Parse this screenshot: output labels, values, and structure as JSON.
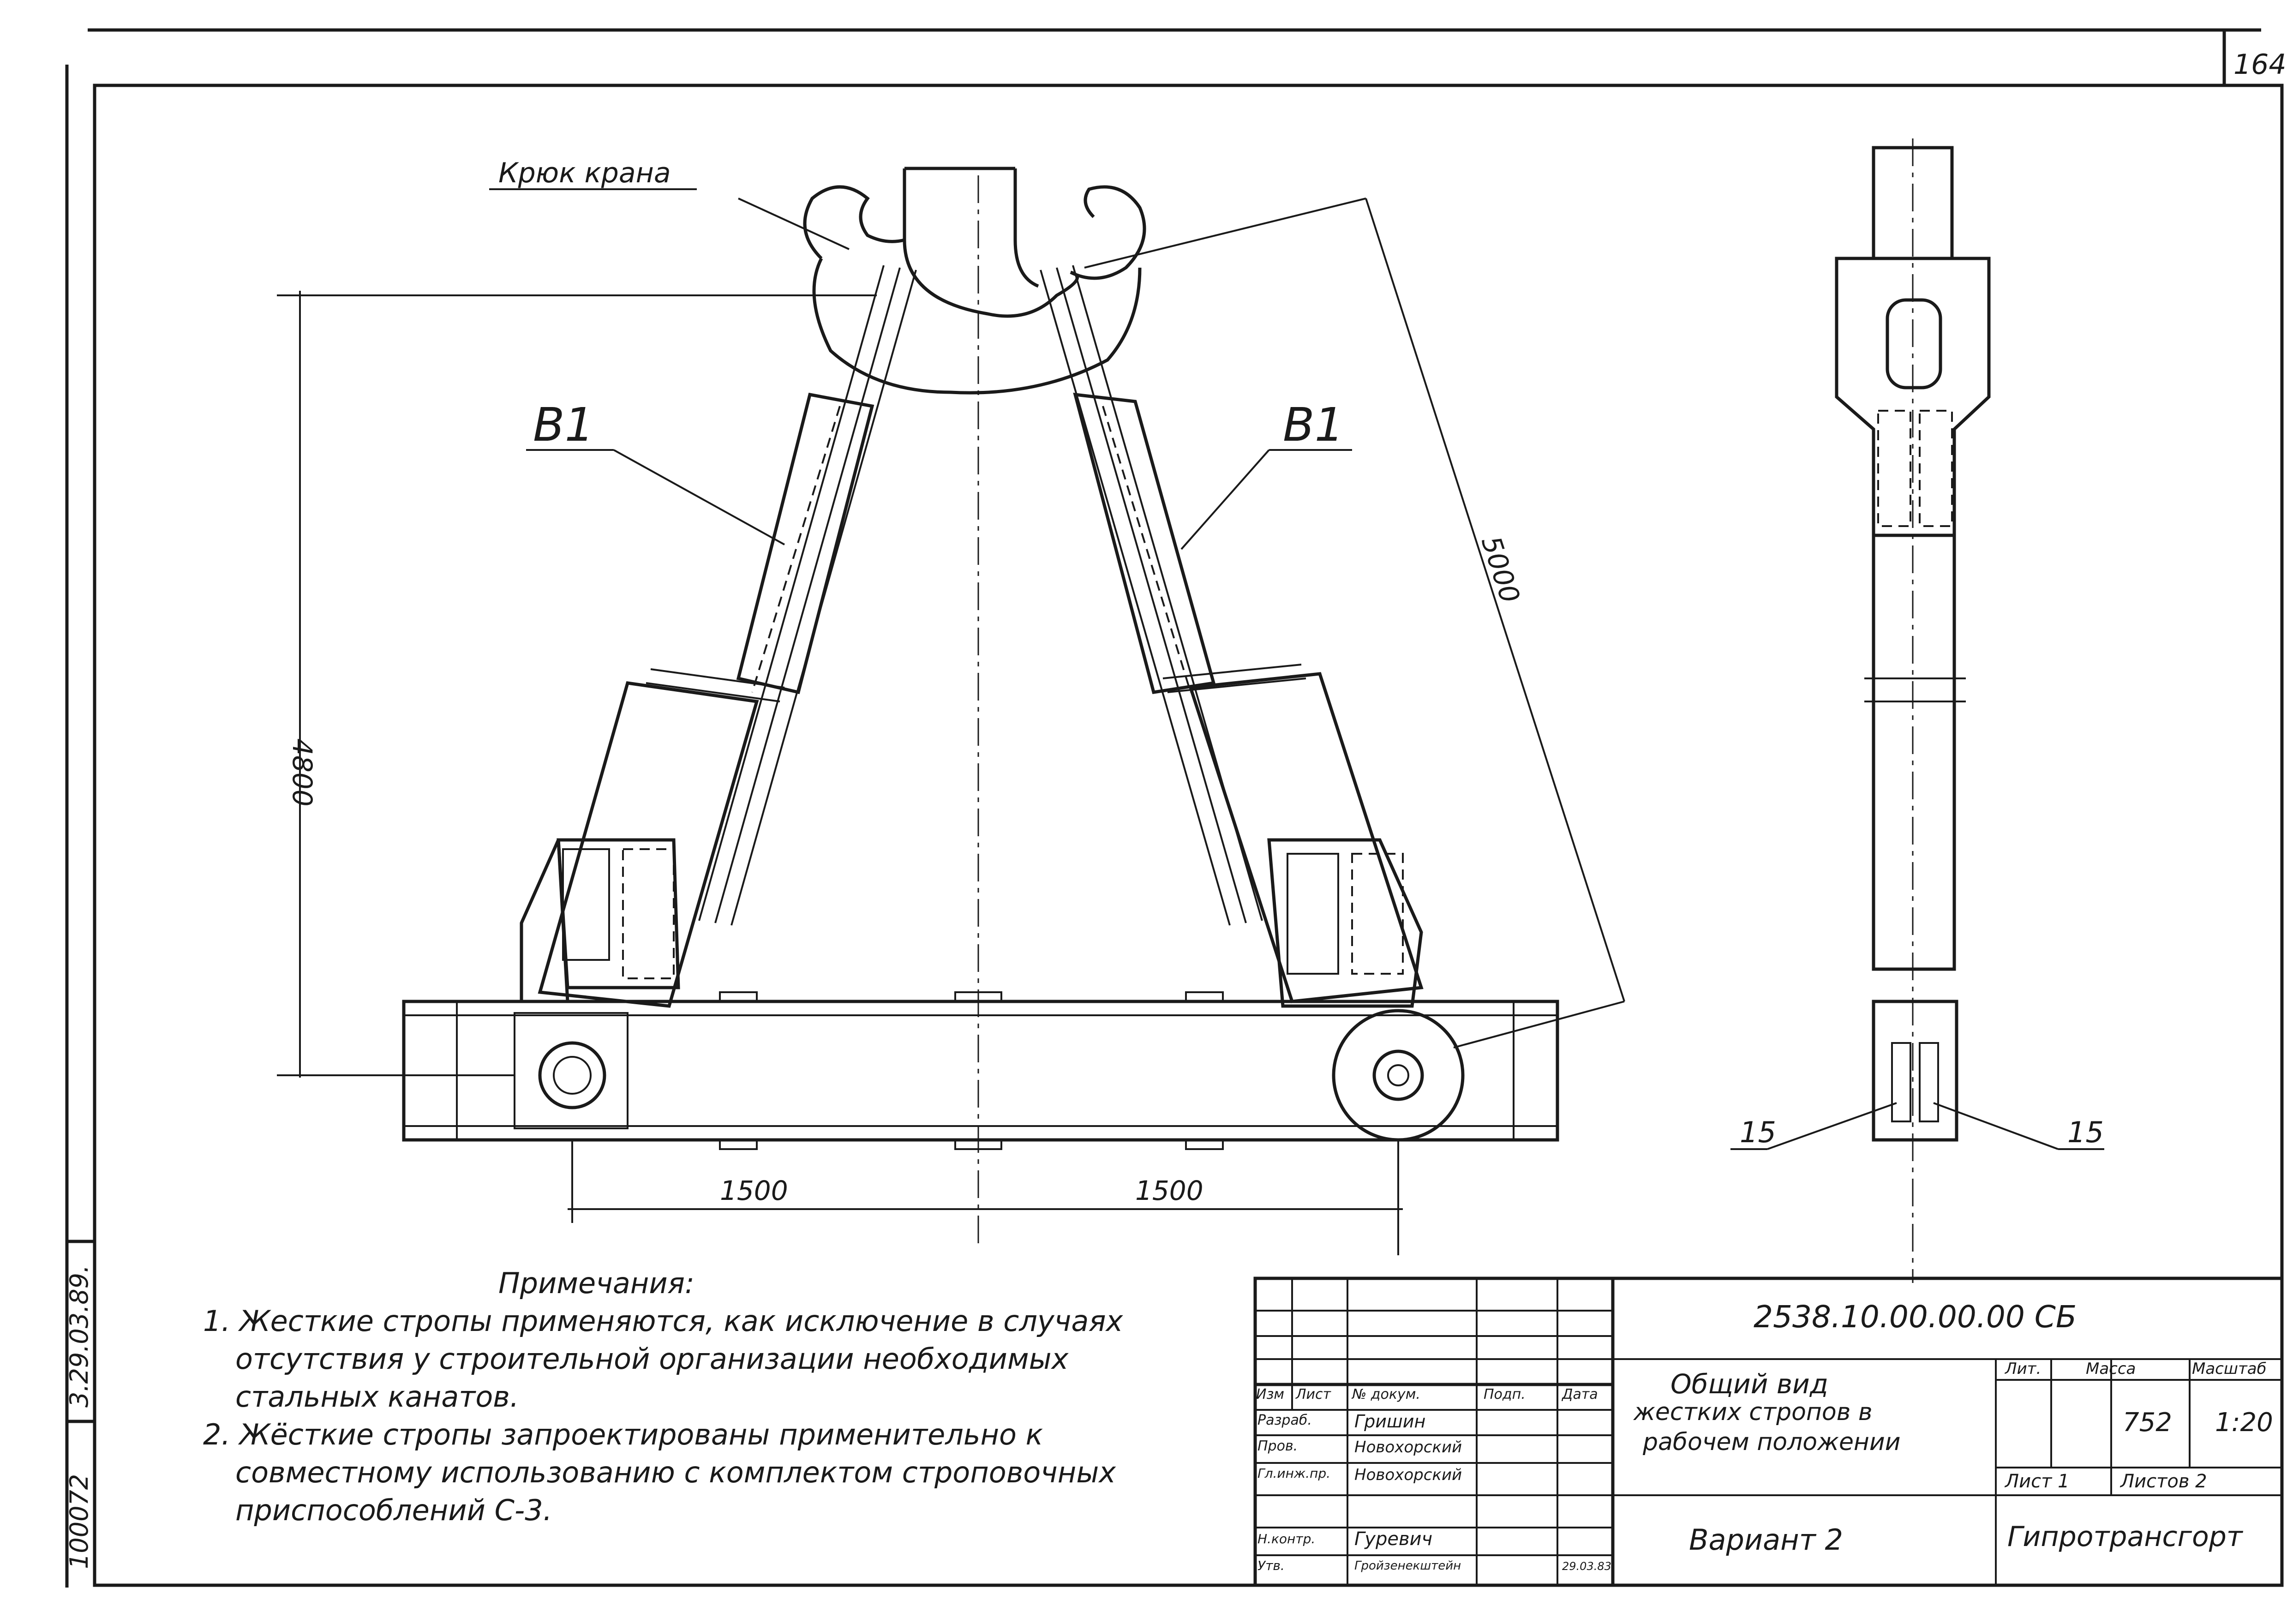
{
  "sheet": {
    "page_number": "164",
    "side_stamp_1": "100072",
    "side_stamp_2": "3.29.03.89."
  },
  "drawing": {
    "hook_label": "Крюк крана",
    "part_left": "B1",
    "part_right": "B1",
    "dim_height": "4800",
    "dim_length": "5000",
    "dim_left": "1500",
    "dim_right": "1500",
    "pos_left": "15",
    "pos_right": "15"
  },
  "notes": {
    "title": "Примечания:",
    "items": [
      "1. Жесткие стропы применяются, как исключение в случаях отсутствия у строительной организации необходимых стальных канатов.",
      "2. Жёсткие стропы запроектированы применительно к совместному использованию с комплектом строповочных приспособлений С-3."
    ]
  },
  "title_block": {
    "code": "2538.10.00.00.00 СБ",
    "name_line1": "Общий вид",
    "name_line2": "жестких стропов в",
    "name_line3": "рабочем положении",
    "variant": "Вариант 2",
    "org": "Гипротрансгорт",
    "hdr_lit": "Лит.",
    "hdr_mass": "Масса",
    "hdr_scale": "Масштаб",
    "mass": "752",
    "scale": "1:20",
    "sheet": "Лист 1",
    "sheets": "Листов 2",
    "col_izm": "Изм",
    "col_list": "Лист",
    "col_doc": "№ докум.",
    "col_sign": "Подп.",
    "col_date": "Дата",
    "role_dev": "Разраб.",
    "role_check": "Пров.",
    "role_chief": "Гл.инж.пр.",
    "role_nkontr": "Н.контр.",
    "role_approve": "Утв.",
    "name_dev": "Гришин",
    "name_check": "Новохорский",
    "name_chief": "Новохорский",
    "name_nkontr": "Гуревич",
    "name_approve": "Гройзенекштейн",
    "date_approve": "29.03.83"
  }
}
